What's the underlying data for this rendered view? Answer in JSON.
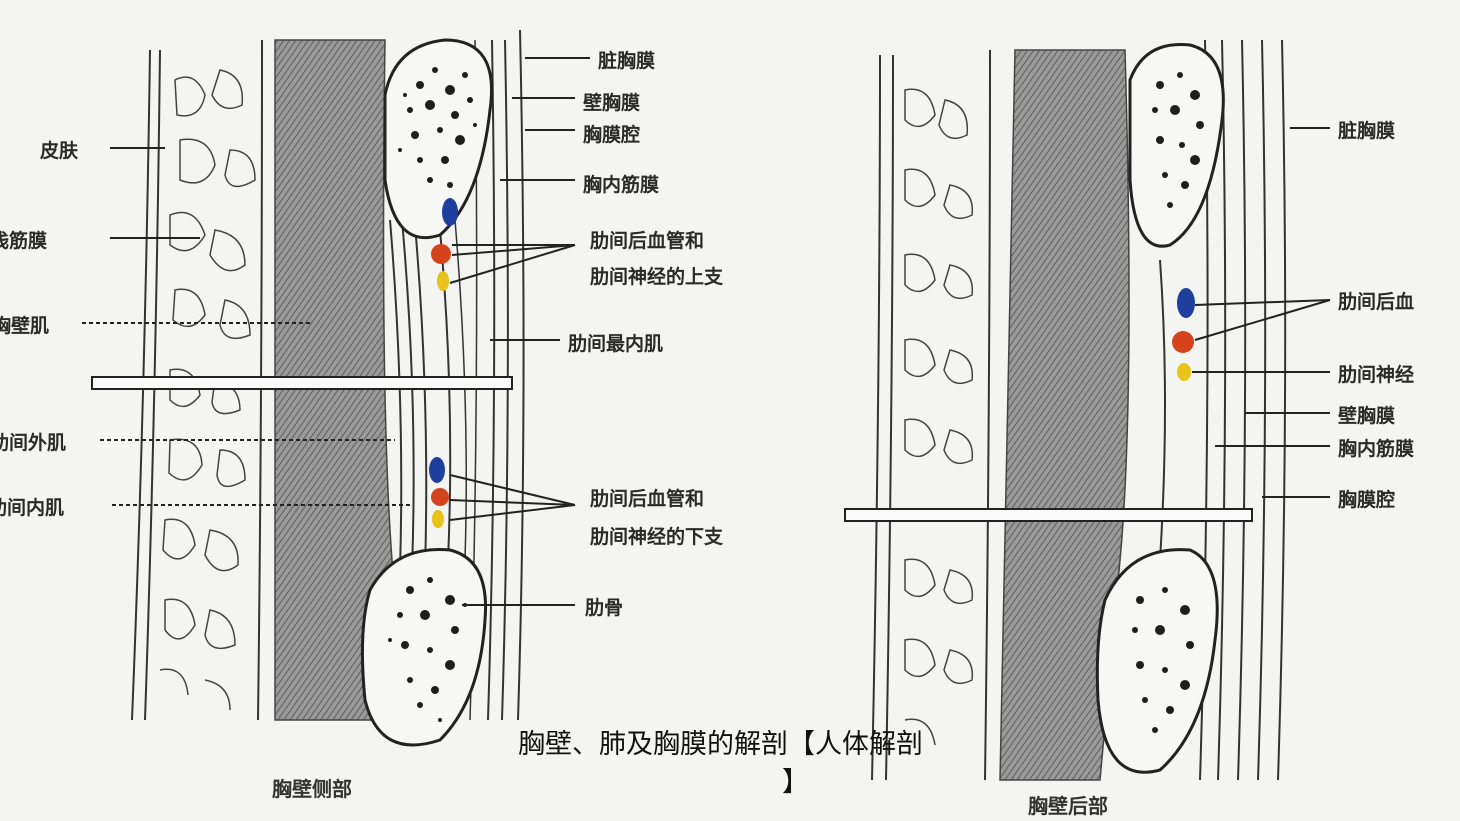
{
  "caption": {
    "line1": "胸壁、肺及胸膜的解剖【人体解剖",
    "line2": "】"
  },
  "left_diagram": {
    "subtitle": "胸壁侧部",
    "labels": {
      "visceral_pleura": "脏胸膜",
      "parietal_pleura": "壁胸膜",
      "pleural_cavity": "胸膜腔",
      "endothoracic_fascia": "胸内筋膜",
      "upper_vessels_1": "肋间后血管和",
      "upper_vessels_2": "肋间神经的上支",
      "innermost_muscle": "肋间最内肌",
      "lower_vessels_1": "肋间后血管和",
      "lower_vessels_2": "肋间神经的下支",
      "rib": "肋骨",
      "skin": "皮肤",
      "superficial_fascia": "浅筋膜",
      "chest_wall_muscle": "胸壁肌",
      "external_intercostal": "肋间外肌",
      "internal_intercostal": "肋间内肌"
    }
  },
  "right_diagram": {
    "subtitle": "胸壁后部",
    "labels": {
      "visceral_pleura": "脏胸膜",
      "vessels": "肋间后血",
      "nerve": "肋间神经",
      "parietal_pleura": "壁胸膜",
      "endothoracic_fascia": "胸内筋膜",
      "pleural_cavity": "胸膜腔"
    }
  },
  "colors": {
    "vein": "#1f3f9e",
    "artery": "#d4431c",
    "nerve": "#e8c41a",
    "muscle": "#8a8a8a",
    "background": "#f4f4f2"
  }
}
